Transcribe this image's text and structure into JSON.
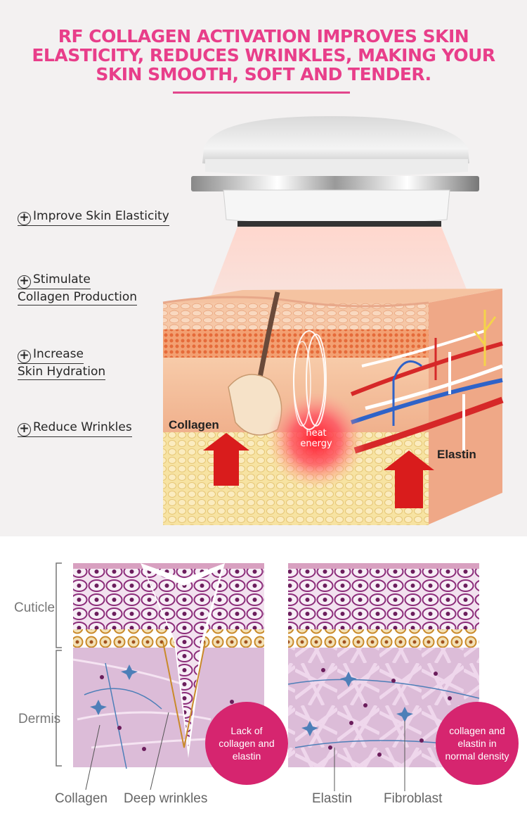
{
  "headline": {
    "line1": "RF COLLAGEN ACTIVATION IMPROVES SKIN",
    "line2": "ELASTICITY, REDUCES WRINKLES, MAKING YOUR",
    "line3": "SKIN SMOOTH, SOFT AND TENDER."
  },
  "benefits": [
    {
      "line1": "Improve Skin Elasticity"
    },
    {
      "line1": "Stimulate",
      "line2": "Collagen Production"
    },
    {
      "line1": "Increase",
      "line2": "Skin Hydration"
    },
    {
      "line1": "Reduce Wrinkles"
    }
  ],
  "skin_diagram": {
    "collagen_label": "Collagen",
    "elastin_label": "Elastin",
    "heat_line1": "heat",
    "heat_line2": "energy"
  },
  "comparison": {
    "cuticle_label": "Cuticle",
    "dermis_label": "Dermis",
    "left_bubble": "Lack of collagen and elastin",
    "right_bubble": "collagen and elastin in normal density",
    "captions": [
      "Collagen",
      "Deep wrinkles",
      "Elastin",
      "Fibroblast"
    ]
  },
  "colors": {
    "accent": "#e83e8a",
    "bubble": "#d6256f",
    "dermis": "#d9b8d6"
  }
}
